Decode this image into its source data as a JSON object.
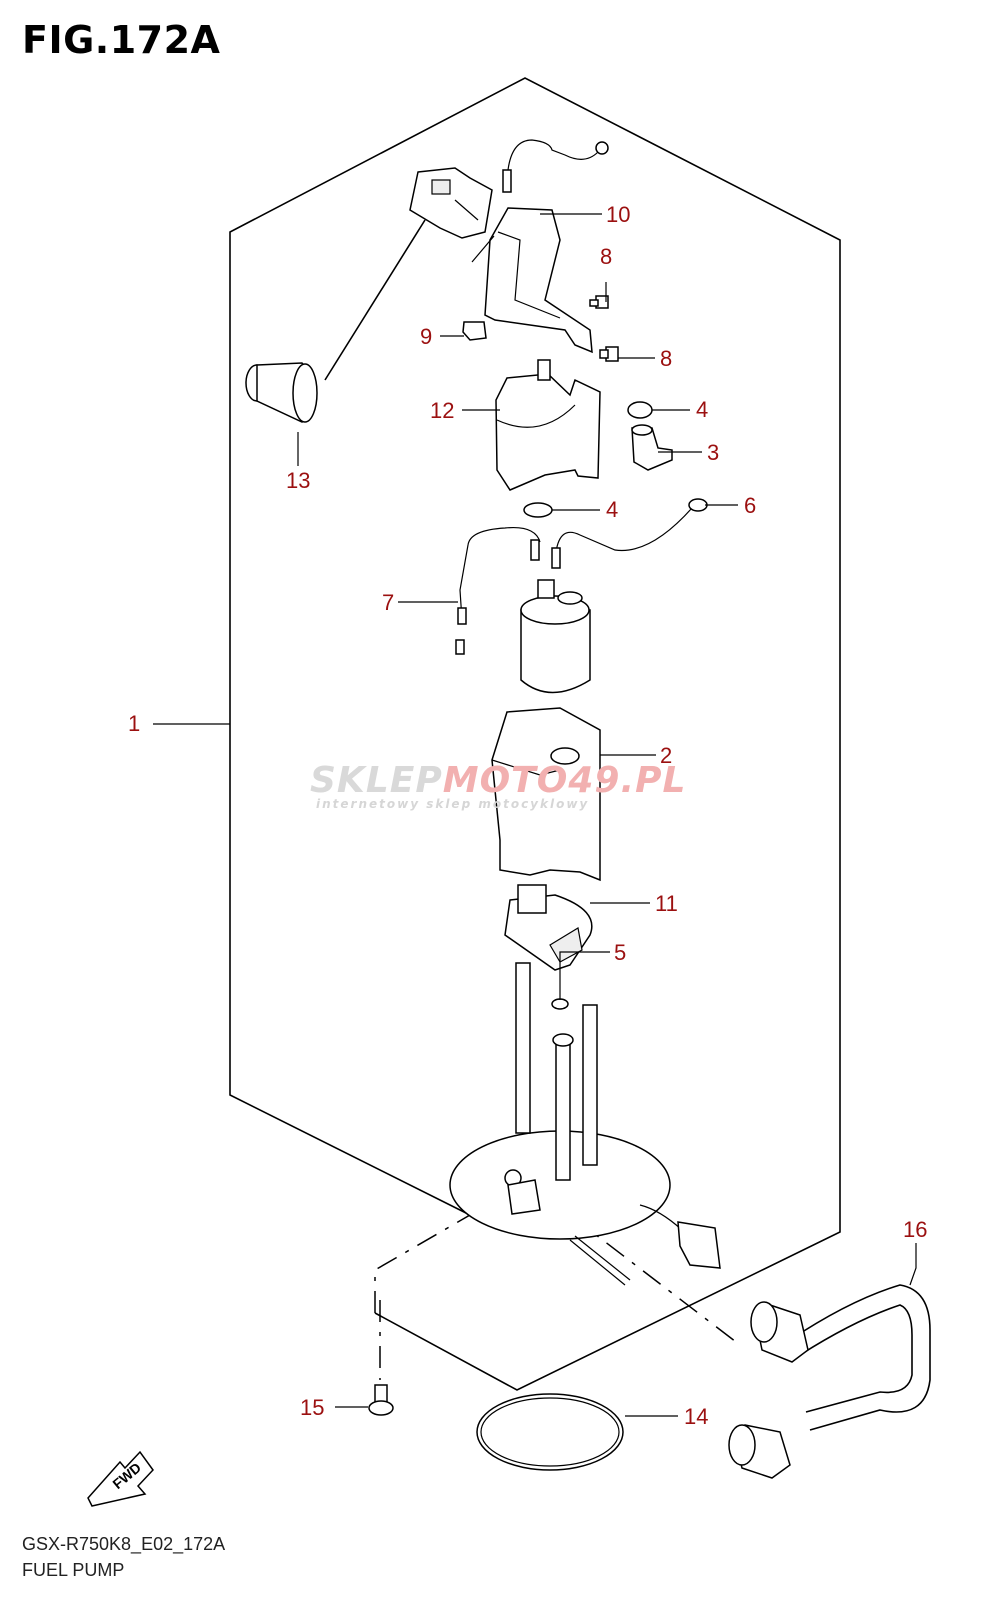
{
  "figure": {
    "title": "FIG.172A"
  },
  "footer": {
    "model_code": "GSX-R750K8_E02_172A",
    "section_name": "FUEL PUMP"
  },
  "watermark": {
    "brand_gray": "SKLEP",
    "brand_red": "MOTO",
    "brand_tail": "49.PL",
    "tagline": "internetowy sklep motocyklowy"
  },
  "direction_marker": {
    "text": "FWD"
  },
  "callouts": [
    "1",
    "2",
    "3",
    "4",
    "4",
    "5",
    "6",
    "7",
    "8",
    "8",
    "9",
    "10",
    "11",
    "12",
    "13",
    "14",
    "15",
    "16"
  ],
  "colors": {
    "callout": "#9b1010",
    "line": "#000000",
    "watermark_gray": "#d9d9d9",
    "watermark_red": "#f2b0b0"
  }
}
